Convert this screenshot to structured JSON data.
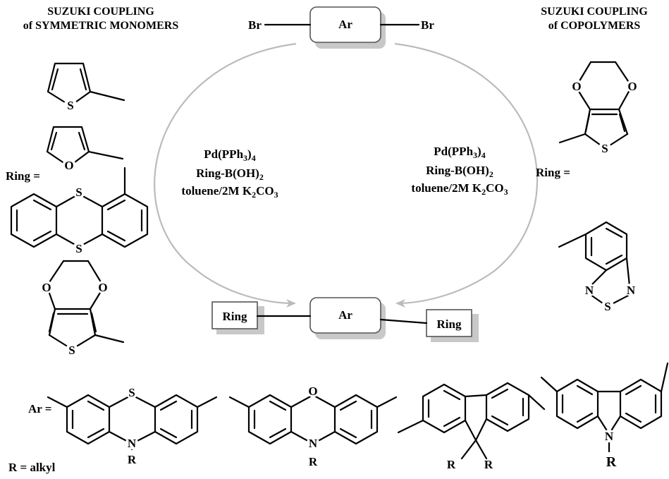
{
  "left_title": {
    "line1": "SUZUKI COUPLING",
    "line2": "of SYMMETRIC MONOMERS"
  },
  "right_title": {
    "line1": "SUZUKI COUPLING",
    "line2": "of COPOLYMERS"
  },
  "top_monomer": {
    "core": "Ar",
    "left_group": "Br",
    "right_group": "Br"
  },
  "bottom_polymer": {
    "core": "Ar",
    "left_group": "Ring",
    "right_group": "Ring"
  },
  "conditions": {
    "catalyst": "Pd(PPh3)4",
    "reagent": "Ring-B(OH)2",
    "solvent": "toluene/2M K2CO3"
  },
  "labels": {
    "ring_left": "Ring =",
    "ring_right": "Ring =",
    "ar": "Ar =",
    "r_def": "R = alkyl"
  },
  "atoms": {
    "sulfur": "S",
    "oxygen": "O",
    "nitrogen": "N",
    "r_group": "R"
  },
  "colors": {
    "arrow": "#bbbbbb",
    "box_shadow": "#c8c8c8",
    "box_stroke": "#555555"
  }
}
